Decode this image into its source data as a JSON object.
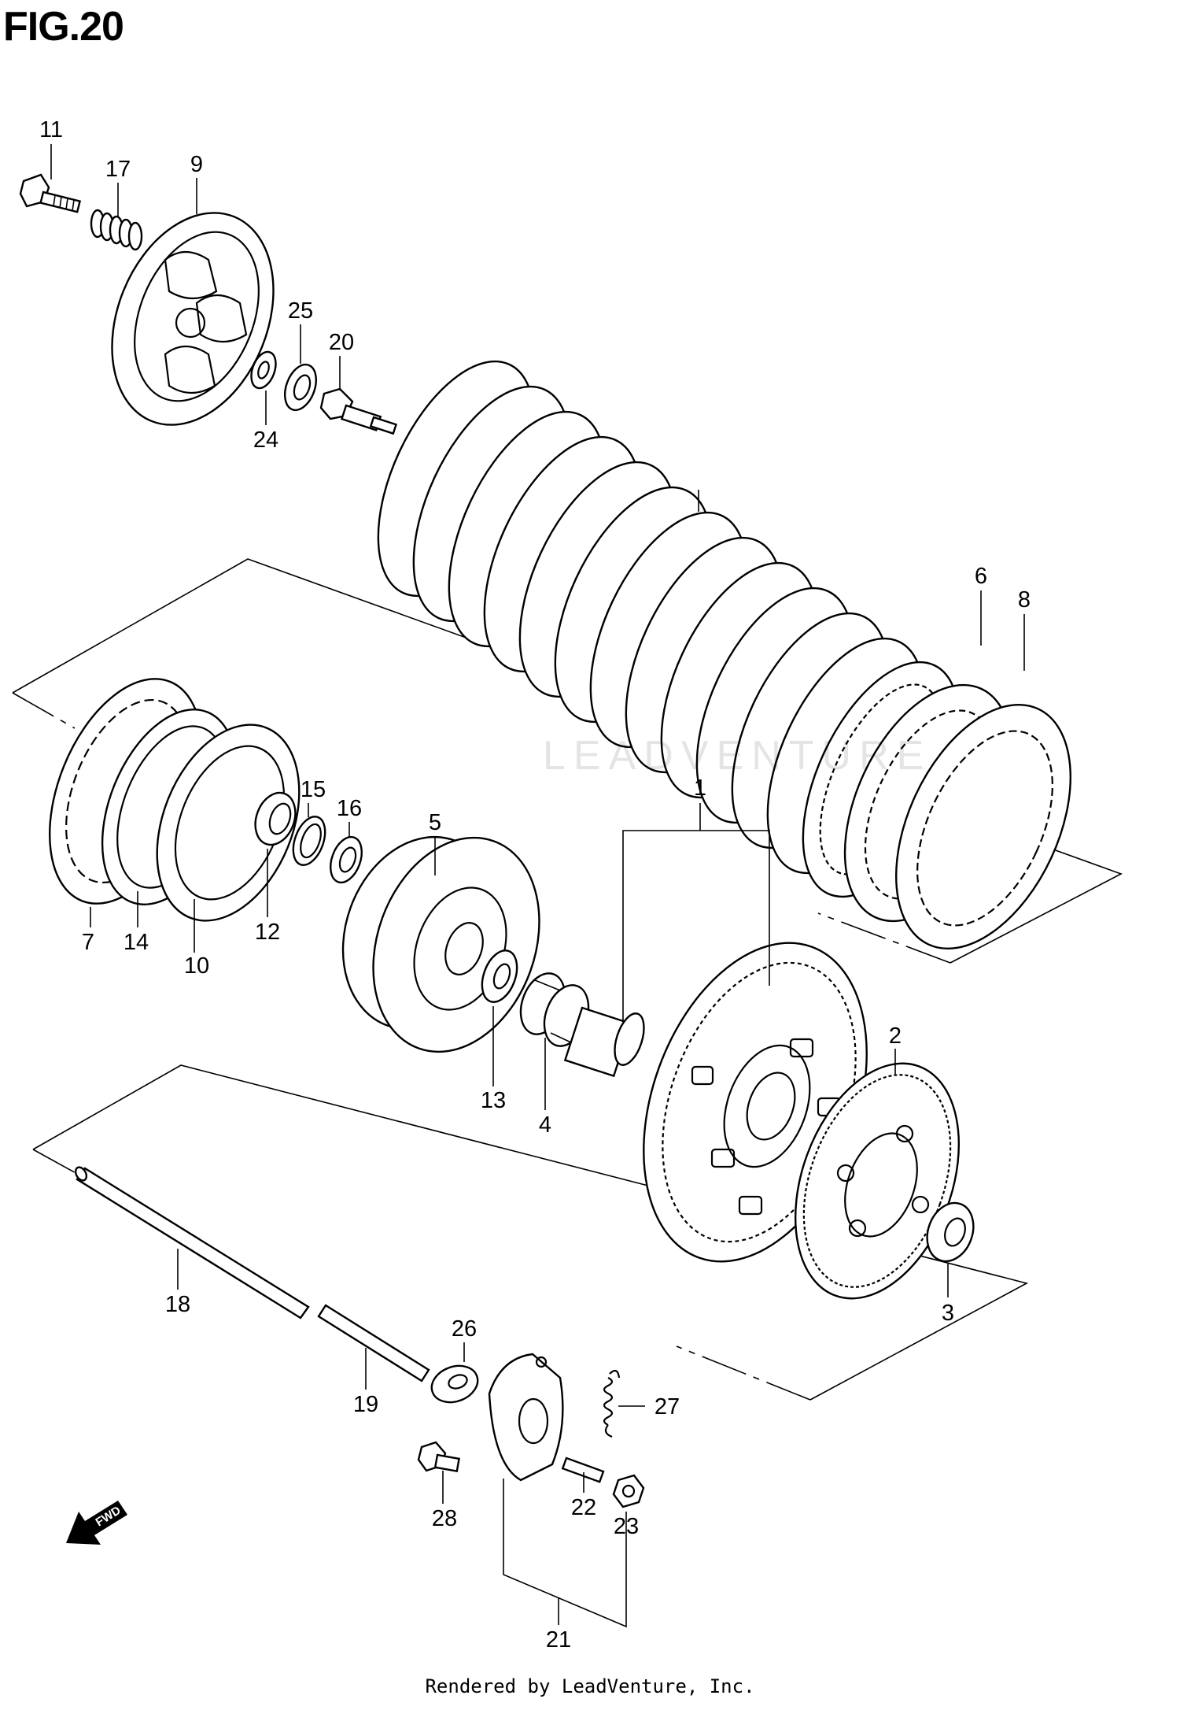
{
  "figure": {
    "title": "FIG.20",
    "footer": "Rendered by LeadVenture, Inc.",
    "watermark_text": "LEADVENTURE",
    "fwd_label": "FWD"
  },
  "callouts": [
    {
      "id": "1",
      "text": "1"
    },
    {
      "id": "2",
      "text": "2"
    },
    {
      "id": "3",
      "text": "3"
    },
    {
      "id": "4",
      "text": "4"
    },
    {
      "id": "5",
      "text": "5"
    },
    {
      "id": "6",
      "text": "6"
    },
    {
      "id": "7",
      "text": "7"
    },
    {
      "id": "8",
      "text": "8"
    },
    {
      "id": "9",
      "text": "9"
    },
    {
      "id": "10",
      "text": "10"
    },
    {
      "id": "11",
      "text": "11"
    },
    {
      "id": "12",
      "text": "12"
    },
    {
      "id": "13",
      "text": "13"
    },
    {
      "id": "14",
      "text": "14"
    },
    {
      "id": "15",
      "text": "15"
    },
    {
      "id": "16",
      "text": "16"
    },
    {
      "id": "17",
      "text": "17"
    },
    {
      "id": "18",
      "text": "18"
    },
    {
      "id": "19",
      "text": "19"
    },
    {
      "id": "20",
      "text": "20"
    },
    {
      "id": "21",
      "text": "21"
    },
    {
      "id": "22",
      "text": "22"
    },
    {
      "id": "23",
      "text": "23"
    },
    {
      "id": "24",
      "text": "24"
    },
    {
      "id": "25",
      "text": "25"
    },
    {
      "id": "26",
      "text": "26"
    },
    {
      "id": "27",
      "text": "27"
    },
    {
      "id": "28",
      "text": "28"
    }
  ]
}
